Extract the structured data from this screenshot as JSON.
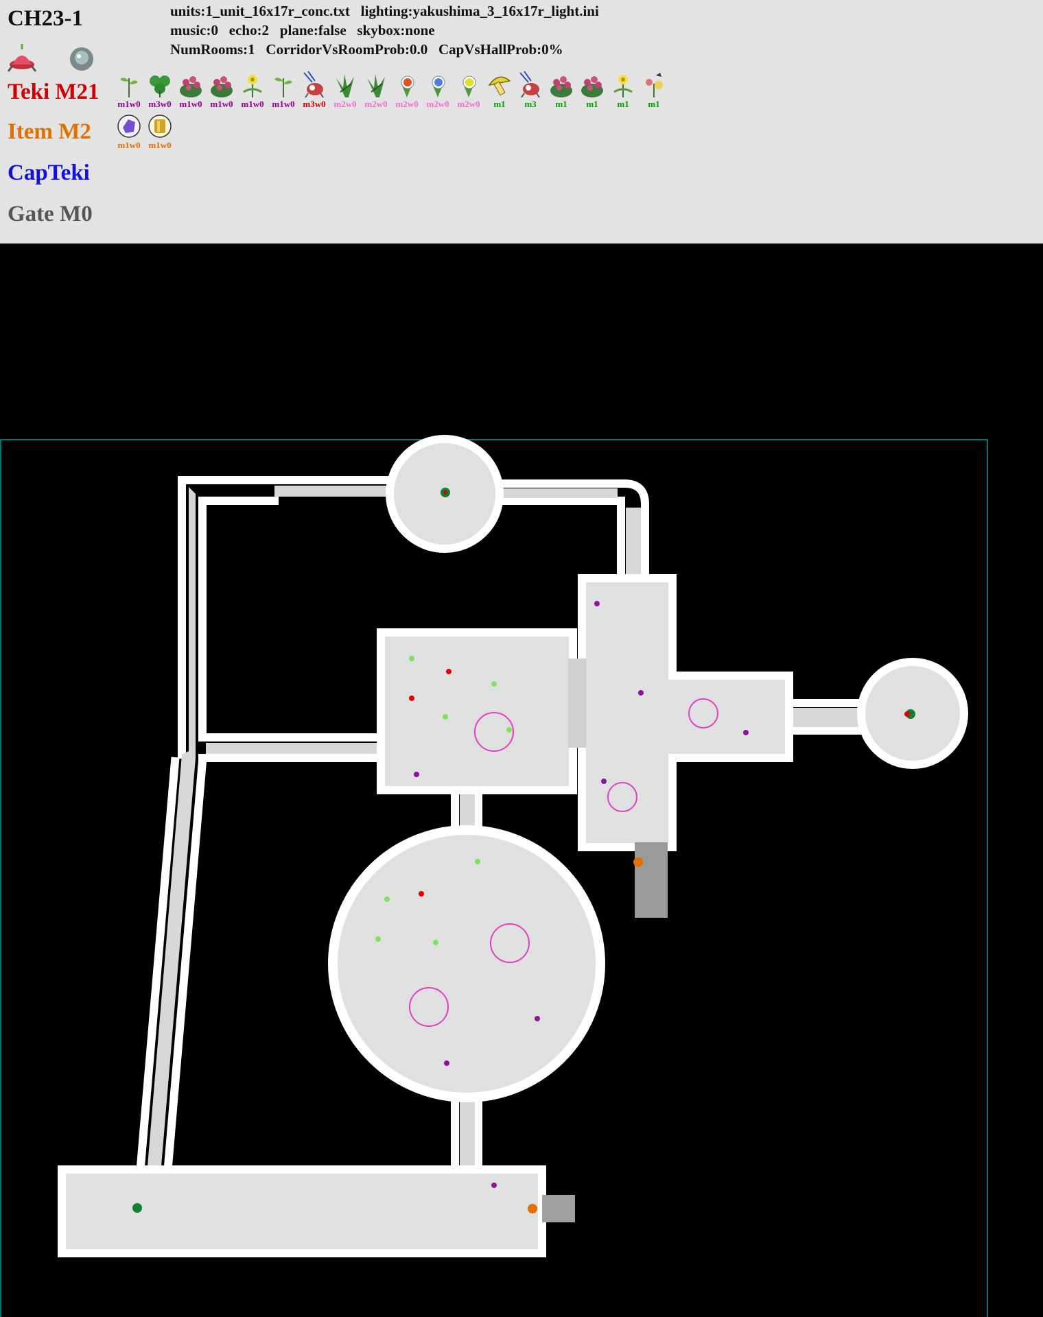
{
  "header": {
    "title": "CH23-1",
    "info_line1": "units:1_unit_16x17r_conc.txt   lighting:yakushima_3_16x17r_light.ini",
    "info_line2": "music:0   echo:2   plane:false   skybox:none",
    "info_line3": "NumRooms:1   CorridorVsRoomProb:0.0   CapVsHallProb:0%",
    "teki_label": "Teki M21",
    "item_label": "Item M2",
    "capteki_label": "CapTeki",
    "gate_label": "Gate M0"
  },
  "header_icons": [
    "onion-icon",
    "ship-pod-icon"
  ],
  "teki": [
    {
      "icon": "sprout-icon",
      "label": "m1w0",
      "color": "#900090"
    },
    {
      "icon": "clover-icon",
      "label": "m3w0",
      "color": "#900090"
    },
    {
      "icon": "flower-bush-icon",
      "label": "m1w0",
      "color": "#900090"
    },
    {
      "icon": "flower-bush-icon",
      "label": "m1w0",
      "color": "#900090"
    },
    {
      "icon": "yellow-flower-icon",
      "label": "m1w0",
      "color": "#900090"
    },
    {
      "icon": "sprout-icon",
      "label": "m1w0",
      "color": "#900090"
    },
    {
      "icon": "falling-bomb-icon",
      "label": "m3w0",
      "color": "#d00000"
    },
    {
      "icon": "grass-plant-icon",
      "label": "m2w0",
      "color": "#f070d0"
    },
    {
      "icon": "grass-plant-icon",
      "label": "m2w0",
      "color": "#f070d0"
    },
    {
      "icon": "red-candypop-icon",
      "label": "m2w0",
      "color": "#f070d0"
    },
    {
      "icon": "blue-candypop-icon",
      "label": "m2w0",
      "color": "#f070d0"
    },
    {
      "icon": "yellow-candypop-icon",
      "label": "m2w0",
      "color": "#f070d0"
    },
    {
      "icon": "mushroom-icon",
      "label": "m1",
      "color": "#00a000"
    },
    {
      "icon": "falling-bomb-icon",
      "label": "m3",
      "color": "#00a000"
    },
    {
      "icon": "flower-bush-icon",
      "label": "m1",
      "color": "#00a000"
    },
    {
      "icon": "flower-bush-icon",
      "label": "m1",
      "color": "#00a000"
    },
    {
      "icon": "yellow-flower-icon",
      "label": "m1",
      "color": "#00a000"
    },
    {
      "icon": "butterfly-flower-icon",
      "label": "m1",
      "color": "#00a000"
    }
  ],
  "items": [
    {
      "icon": "purple-treasure-icon",
      "label": "m1w0",
      "color": "#e07000"
    },
    {
      "icon": "gold-treasure-icon",
      "label": "m1w0",
      "color": "#e07000"
    }
  ],
  "colors": {
    "header_bg": "#e3e3e3",
    "floor": "#e0e0e0",
    "wall": "#ffffff",
    "border": "#00a0a0",
    "spawn_ring": "#e040c0",
    "marker_green": "#108030",
    "marker_lightgreen": "#80e060",
    "marker_red": "#e00000",
    "marker_purple": "#9010a0",
    "marker_orange": "#e07000"
  }
}
